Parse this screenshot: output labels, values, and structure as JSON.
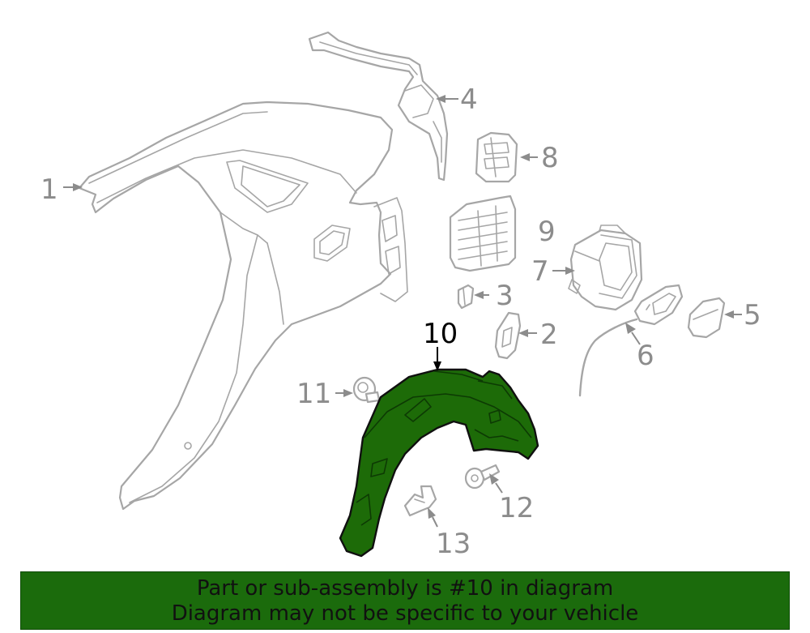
{
  "callouts": [
    {
      "id": "1",
      "label": "1"
    },
    {
      "id": "2",
      "label": "2"
    },
    {
      "id": "3",
      "label": "3"
    },
    {
      "id": "4",
      "label": "4"
    },
    {
      "id": "5",
      "label": "5"
    },
    {
      "id": "6",
      "label": "6"
    },
    {
      "id": "7",
      "label": "7"
    },
    {
      "id": "8",
      "label": "8"
    },
    {
      "id": "9",
      "label": "9"
    },
    {
      "id": "10",
      "label": "10",
      "highlighted": true
    },
    {
      "id": "11",
      "label": "11"
    },
    {
      "id": "12",
      "label": "12"
    },
    {
      "id": "13",
      "label": "13"
    }
  ],
  "banner": {
    "line1": "Part or sub-assembly is #10 in diagram",
    "line2": "Diagram may not be specific to your vehicle"
  },
  "colors": {
    "highlight_fill": "#1d6b08",
    "banner_bg": "#1b6b0c",
    "part_stroke": "#a6a6a6",
    "callout_gray": "#8c8c8c"
  }
}
